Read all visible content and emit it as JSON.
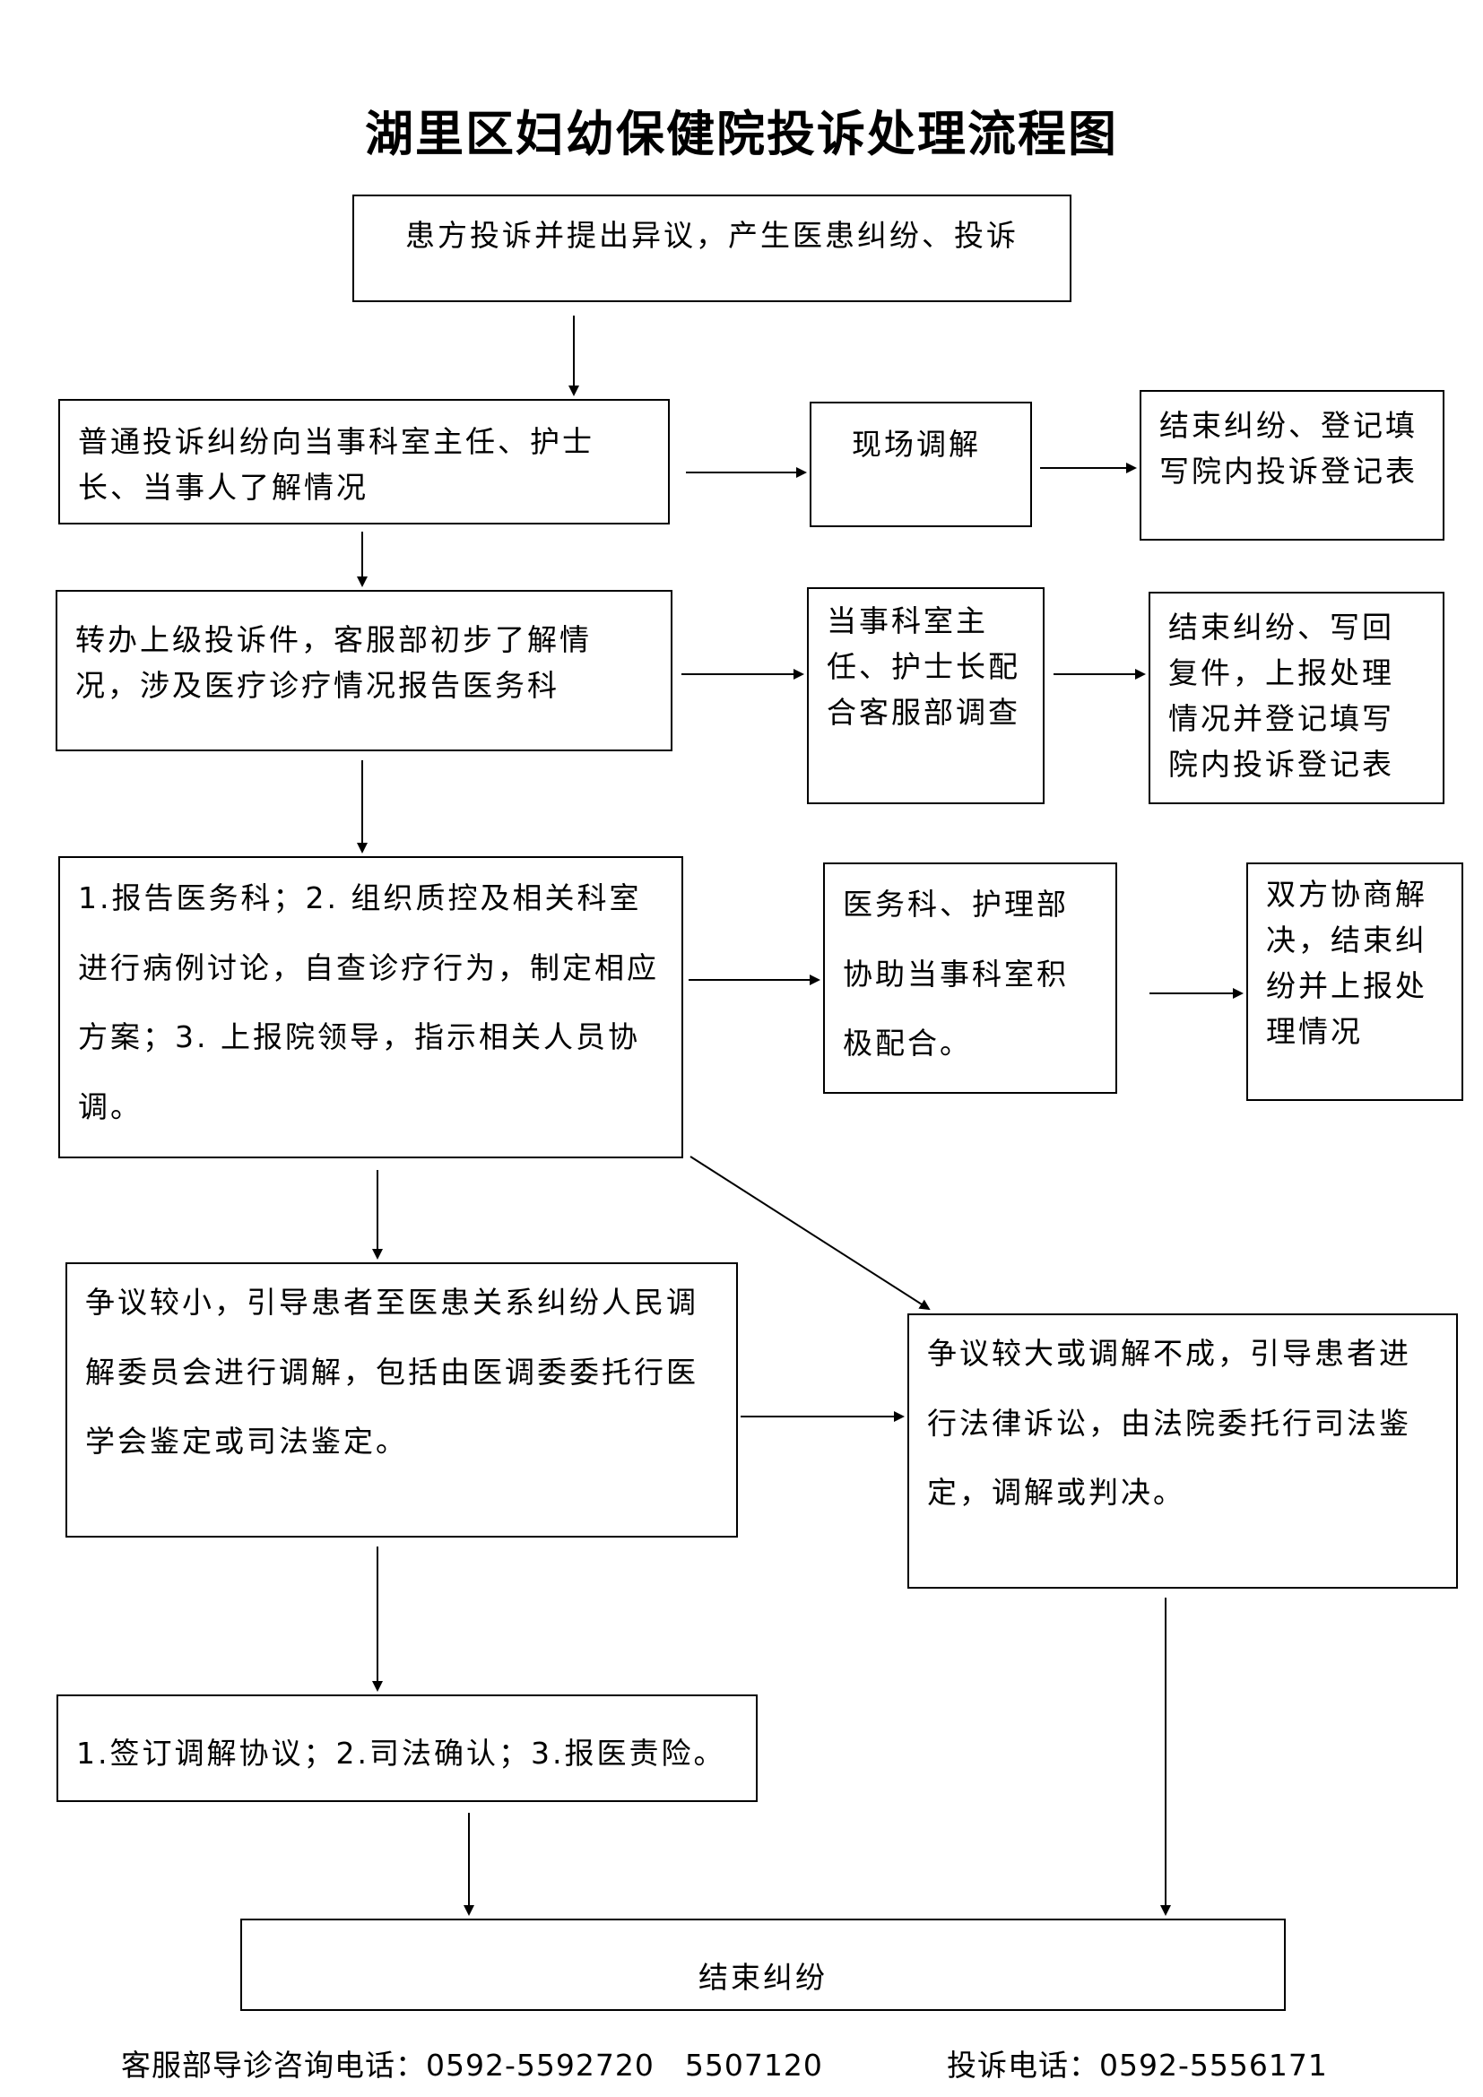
{
  "title": "湖里区妇幼保健院投诉处理流程图",
  "nodes": {
    "start": "患方投诉并提出异议，产生医患纠纷、投诉",
    "general_complaint": "普通投诉纠纷向当事科室主任、护士长、当事人了解情况",
    "onsite_mediation": "现场调解",
    "end_register_1": "结束纠纷、登记填写院内投诉登记表",
    "escalate": "转办上级投诉件，客服部初步了解情况，涉及医疗诊疗情况报告医务科",
    "dept_cooperate": "当事科室主任、护士长配合客服部调查",
    "end_register_2": "结束纠纷、写回复件，上报处理情况并登记填写院内投诉登记表",
    "medical_affairs": "1.报告医务科；2. 组织质控及相关科室进行病例讨论，自查诊疗行为，制定相应方案；3. 上报院领导，指示相关人员协调。",
    "nursing_assist": "医务科、护理部协助当事科室积极配合。",
    "negotiate": "双方协商解决，结束纠纷并上报处理情况",
    "minor_dispute": "争议较小，引导患者至医患关系纠纷人民调解委员会进行调解，包括由医调委委托行医学会鉴定或司法鉴定。",
    "major_dispute": "争议较大或调解不成，引导患者进行法律诉讼，由法院委托行司法鉴定，调解或判决。",
    "agreement": "1.签订调解协议；2.司法确认；3.报医责险。",
    "end": "结束纠纷"
  },
  "footer": {
    "service_phone": "客服部导诊咨询电话：0592-5592720　5507120",
    "complaint_phone": "投诉电话：0592-5556171"
  }
}
